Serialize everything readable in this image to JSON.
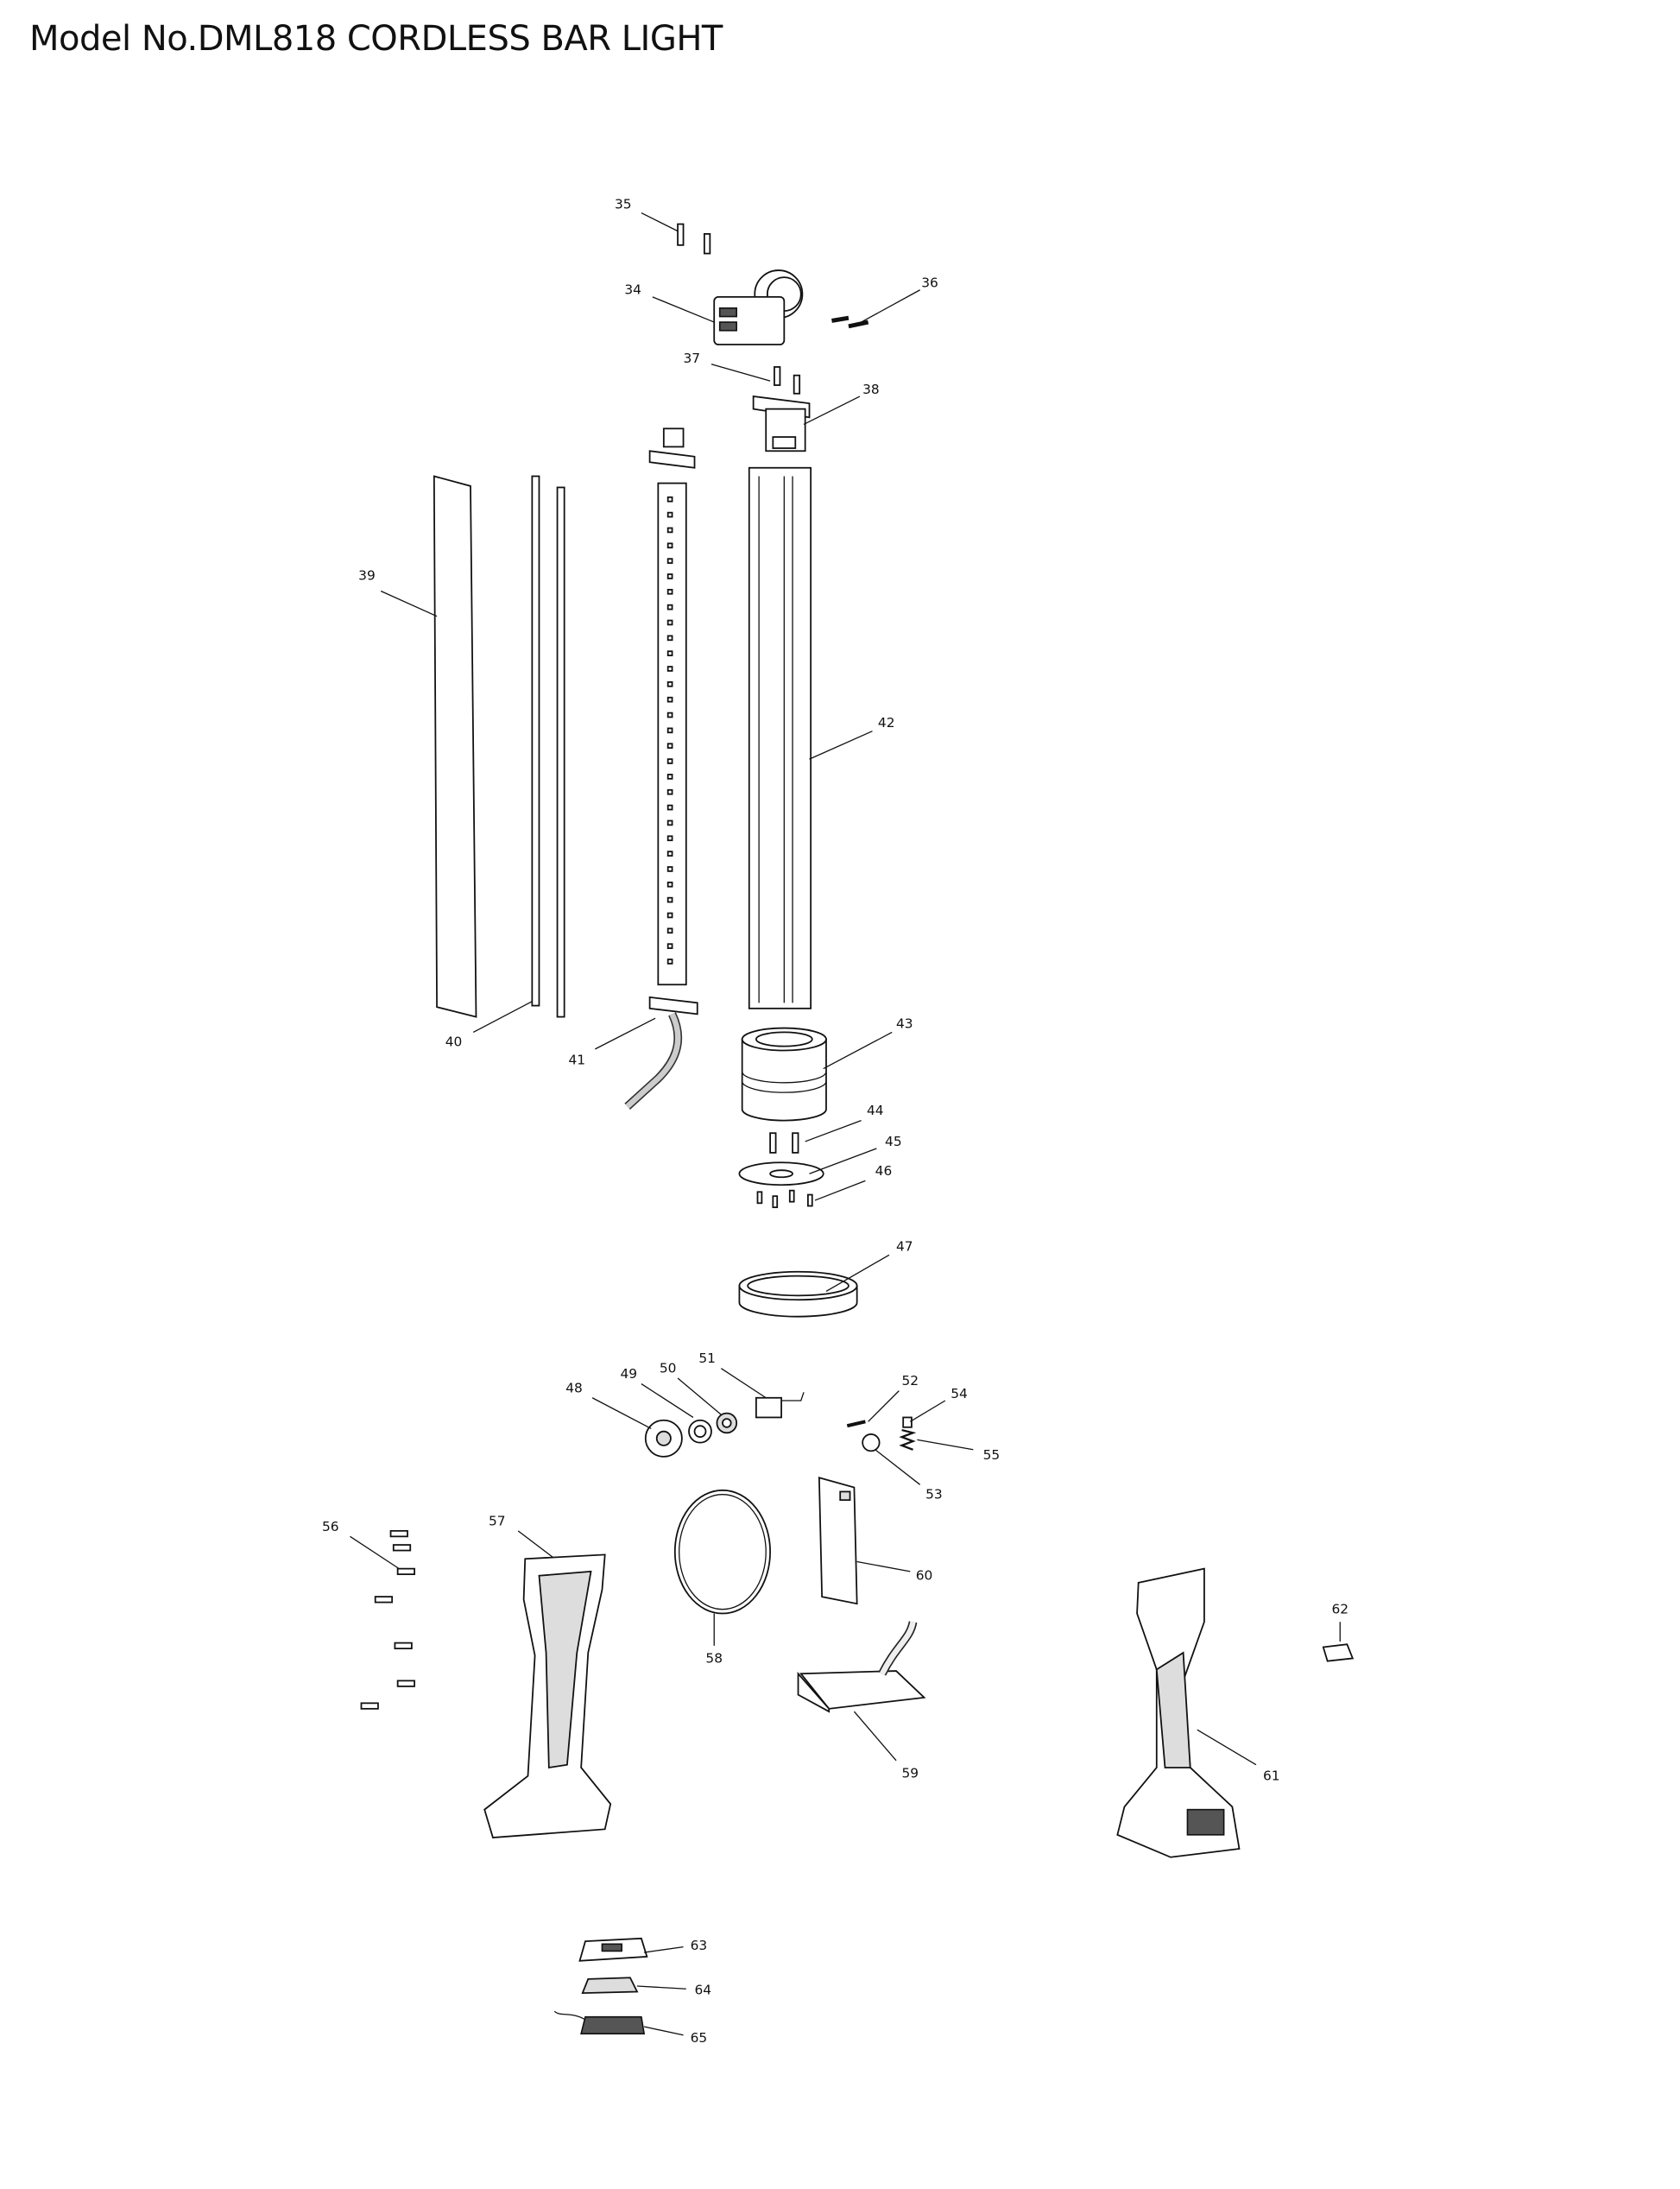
{
  "title": "Model No.DML818 CORDLESS BAR LIGHT",
  "parts": [
    "34",
    "35",
    "36",
    "37",
    "38",
    "39",
    "40",
    "41",
    "42",
    "43",
    "44",
    "45",
    "46",
    "47",
    "48",
    "49",
    "50",
    "51",
    "52",
    "53",
    "54",
    "55",
    "56",
    "57",
    "58",
    "59",
    "60",
    "61",
    "62",
    "63",
    "64",
    "65"
  ]
}
